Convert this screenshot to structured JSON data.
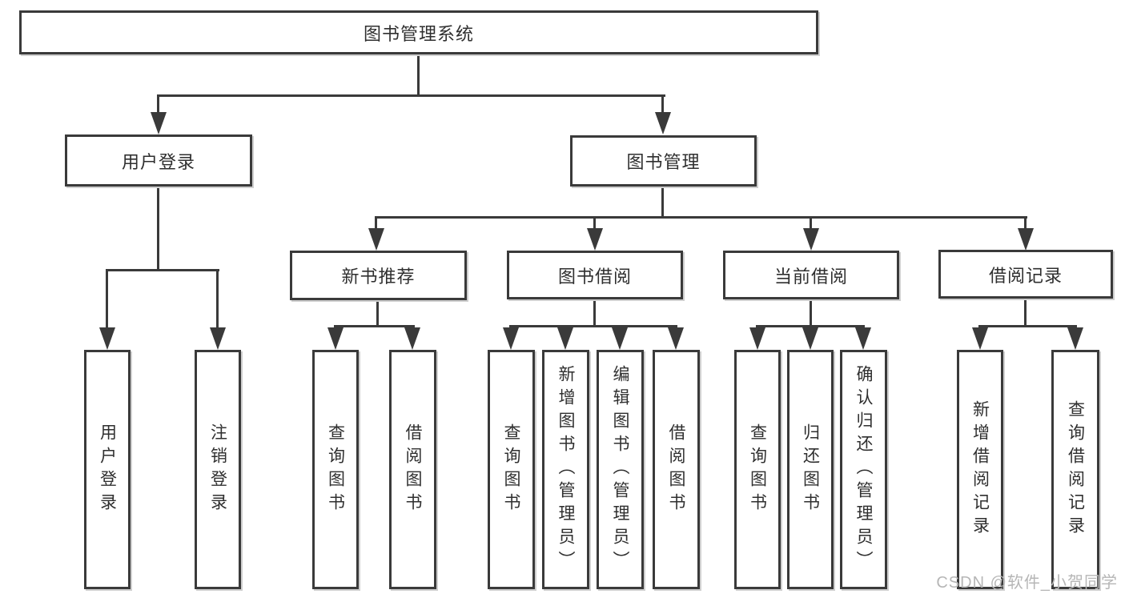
{
  "diagram": {
    "type": "function-structure-tree",
    "root": {
      "label": "图书管理系统",
      "children": [
        {
          "label": "用户登录",
          "children": [
            {
              "label": "用户登录"
            },
            {
              "label": "注销登录"
            }
          ]
        },
        {
          "label": "图书管理",
          "children": [
            {
              "label": "新书推荐",
              "children": [
                {
                  "label": "查询图书"
                },
                {
                  "label": "借阅图书"
                }
              ]
            },
            {
              "label": "图书借阅",
              "children": [
                {
                  "label": "查询图书"
                },
                {
                  "label": "新增图书（管理员）"
                },
                {
                  "label": "编辑图书（管理员）"
                },
                {
                  "label": "借阅图书"
                }
              ]
            },
            {
              "label": "当前借阅",
              "children": [
                {
                  "label": "查询图书"
                },
                {
                  "label": "归还图书"
                },
                {
                  "label": "确认归还（管理员）"
                }
              ]
            },
            {
              "label": "借阅记录",
              "children": [
                {
                  "label": "新增借阅记录"
                },
                {
                  "label": "查询借阅记录"
                }
              ]
            }
          ]
        }
      ]
    },
    "colors": {
      "line": "#3a3a3a",
      "box_border": "#3a3a3a",
      "box_background": "#ffffff",
      "text": "#2f2f2f",
      "box_shadow": "#cfcfcf",
      "page_background": "#ffffff",
      "watermark": "#b6b6b6"
    }
  },
  "watermark": {
    "text": "CSDN @软件_小贺同学"
  }
}
